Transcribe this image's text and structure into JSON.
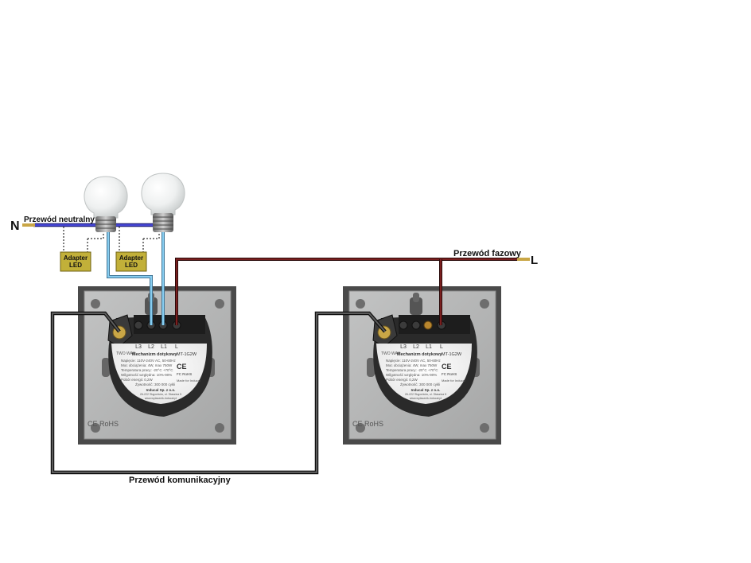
{
  "labels": {
    "neutral_symbol": "N",
    "neutral_wire": "Przewód neutralny",
    "phase_wire": "Przewód  fazowy",
    "phase_symbol": "L",
    "comm_wire": "Przewód komunikacyjny"
  },
  "adapters": [
    {
      "line1": "Adapter",
      "line2": "LED"
    },
    {
      "line1": "Adapter",
      "line2": "LED"
    }
  ],
  "switch_left": {
    "terminals": [
      "L3",
      "L2",
      "L1",
      "L"
    ],
    "two_way": "TWO WAY",
    "title": "Mechanizm dotykowy",
    "model": "MT-1G2W",
    "specs": [
      "Napięcie: 110V-240V AC, 50-60Hz",
      "Moc obciążenia: 4W, max 750W",
      "Temperatura pracy: -20°C +70°C",
      "Wilgotność względna: 10%-90%",
      "Pobór energii: 0,2W",
      "Żywotność: 300 000 cykli"
    ],
    "ce": "CE",
    "fc": "FC RoHS",
    "made": "Made for Inducal",
    "company": "Inducal Sp. z o.o.",
    "address": "26-222 Stąporków, ul. Staszica 5",
    "web": "www.wylacznik-inducal.pl",
    "plate": "CE RoHS"
  },
  "switch_right": {
    "terminals": [
      "L3",
      "L2",
      "L1",
      "L"
    ],
    "two_way": "TWO WAY",
    "title": "Mechanizm dotykowy",
    "model": "MT-1G2W",
    "specs": [
      "Napięcie: 110V-240V AC, 50-60Hz",
      "Moc obciążenia: 4W, max 750W",
      "Temperatura pracy: -20°C +70°C",
      "Wilgotność względna: 10%-90%",
      "Pobór energii: 0,2W",
      "Żywotność: 300 000 cykli"
    ],
    "ce": "CE",
    "fc": "FC RoHS",
    "made": "Made for Inducal",
    "company": "Inducal Sp. z o.o.",
    "address": "26-222 Stąporków, ul. Staszica 5",
    "web": "www.wylacznik-inducal.pl",
    "plate": "CE RoHS"
  },
  "colors": {
    "neutral": "#3333cc",
    "phase": "#6b1a1a",
    "switched": "#7ec8ee",
    "comm": "#333333",
    "adapter": "#c2b039",
    "plate": "#5a5a5a",
    "frame": "#b6b7b7"
  }
}
